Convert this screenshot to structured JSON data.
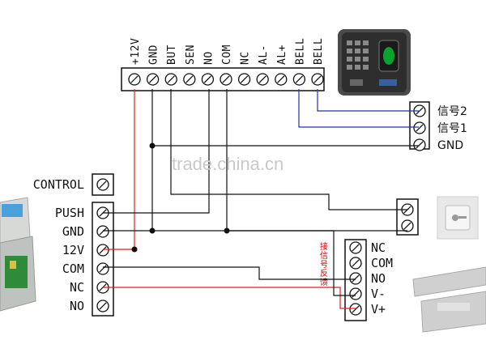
{
  "controller_terminals": {
    "labels": [
      "+12V",
      "GND",
      "BUT",
      "SEN",
      "NO",
      "COM",
      "NC",
      "AL-",
      "AL+",
      "BELL",
      "BELL"
    ]
  },
  "bell_terminal": {
    "labels": [
      "信号2",
      "信号1",
      "GND"
    ]
  },
  "control_box": {
    "label": "CONTROL"
  },
  "power_terminal": {
    "labels": [
      "PUSH",
      "GND",
      "12V",
      "COM",
      "NC",
      "NO"
    ]
  },
  "lock_terminal": {
    "labels": [
      "NC",
      "COM",
      "NO",
      "V-",
      "V+"
    ],
    "feedback_label": "接信号反馈"
  },
  "watermark": "trade.china.cn",
  "colors": {
    "red_wire": "#dd2222",
    "blue_wire": "#2233aa",
    "black_wire": "#111111"
  }
}
